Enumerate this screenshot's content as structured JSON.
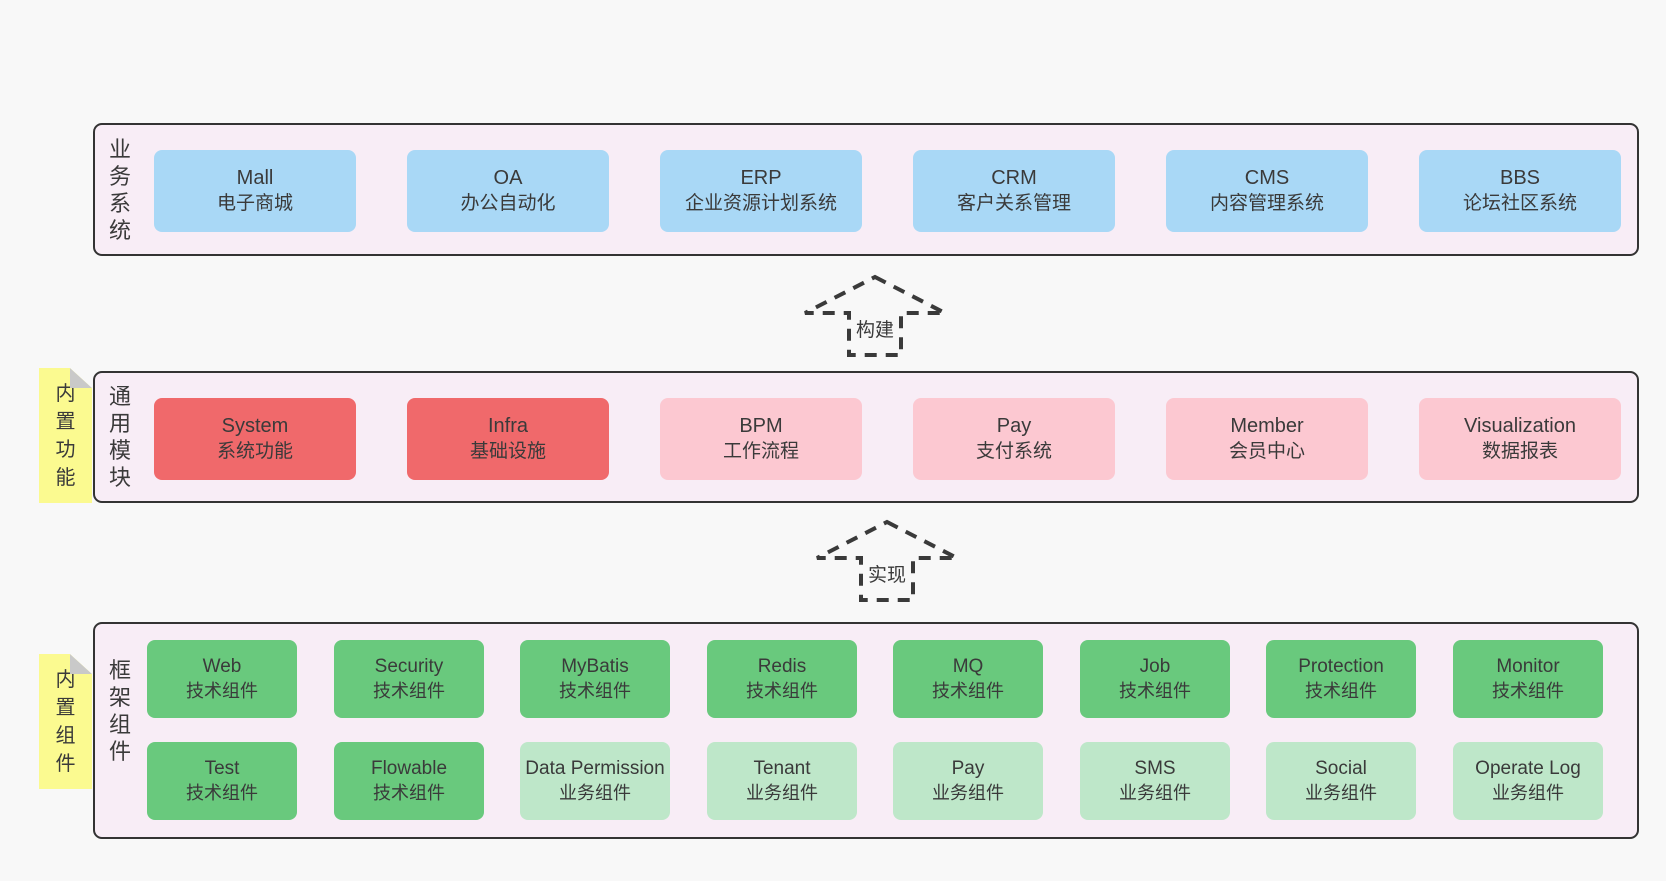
{
  "palette": {
    "bg": "#f8f8f8",
    "panel": "#f8edf6",
    "panel-border": "#333333",
    "ink": "#3a3a3a",
    "blue": "#a9d8f6",
    "red": "#f0696b",
    "pink": "#fcc8d1",
    "green": "#69c97d",
    "green-light": "#bee7c9",
    "yellow": "#fbfa90",
    "fold": "#c9c9c9",
    "arrow": "#3a3a3a"
  },
  "business": {
    "label": "业务系统",
    "items": [
      {
        "name": "Mall",
        "desc": "电子商城"
      },
      {
        "name": "OA",
        "desc": "办公自动化"
      },
      {
        "name": "ERP",
        "desc": "企业资源计划系统"
      },
      {
        "name": "CRM",
        "desc": "客户关系管理"
      },
      {
        "name": "CMS",
        "desc": "内容管理系统"
      },
      {
        "name": "BBS",
        "desc": "论坛社区系统"
      }
    ]
  },
  "arrows": {
    "build": "构建",
    "implement": "实现"
  },
  "modules": {
    "label": "通用模块",
    "sticky": "内置功能",
    "items": [
      {
        "name": "System",
        "desc": "系统功能",
        "variant": "red"
      },
      {
        "name": "Infra",
        "desc": "基础设施",
        "variant": "red"
      },
      {
        "name": "BPM",
        "desc": "工作流程",
        "variant": "pink"
      },
      {
        "name": "Pay",
        "desc": "支付系统",
        "variant": "pink"
      },
      {
        "name": "Member",
        "desc": "会员中心",
        "variant": "pink"
      },
      {
        "name": "Visualization",
        "desc": "数据报表",
        "variant": "pink"
      }
    ]
  },
  "components": {
    "label": "框架组件",
    "sticky": "内置组件",
    "row1": [
      {
        "name": "Web",
        "desc": "技术组件",
        "variant": "green"
      },
      {
        "name": "Security",
        "desc": "技术组件",
        "variant": "green"
      },
      {
        "name": "MyBatis",
        "desc": "技术组件",
        "variant": "green"
      },
      {
        "name": "Redis",
        "desc": "技术组件",
        "variant": "green"
      },
      {
        "name": "MQ",
        "desc": "技术组件",
        "variant": "green"
      },
      {
        "name": "Job",
        "desc": "技术组件",
        "variant": "green"
      },
      {
        "name": "Protection",
        "desc": "技术组件",
        "variant": "green"
      },
      {
        "name": "Monitor",
        "desc": "技术组件",
        "variant": "green"
      }
    ],
    "row2": [
      {
        "name": "Test",
        "desc": "技术组件",
        "variant": "green"
      },
      {
        "name": "Flowable",
        "desc": "技术组件",
        "variant": "green"
      },
      {
        "name": "Data Permission",
        "desc": "业务组件",
        "variant": "green-light"
      },
      {
        "name": "Tenant",
        "desc": "业务组件",
        "variant": "green-light"
      },
      {
        "name": "Pay",
        "desc": "业务组件",
        "variant": "green-light"
      },
      {
        "name": "SMS",
        "desc": "业务组件",
        "variant": "green-light"
      },
      {
        "name": "Social",
        "desc": "业务组件",
        "variant": "green-light"
      },
      {
        "name": "Operate Log",
        "desc": "业务组件",
        "variant": "green-light"
      }
    ]
  }
}
